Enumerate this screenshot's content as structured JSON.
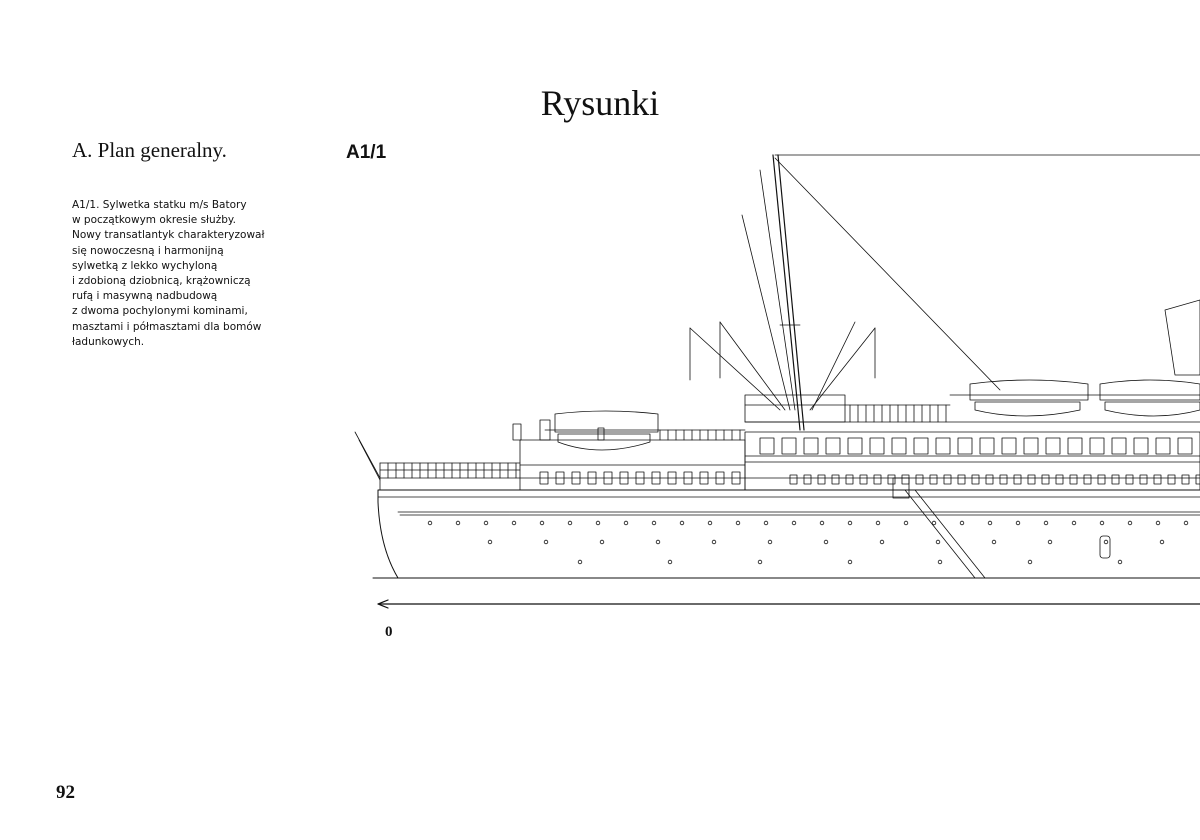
{
  "page": {
    "title": "Rysunki",
    "section_title": "A. Plan generalny.",
    "drawing_label": "A1/1",
    "caption_lines": [
      "A1/1. Sylwetka statku m/s Batory",
      "w początkowym okresie służby.",
      "Nowy transatlantyk charakteryzował",
      "się nowoczesną i harmonijną",
      "sylwetką z lekko wychyloną",
      "i zdobioną dziobnicą, krążowniczą",
      "rufą i masywną nadbudową",
      "z dwoma pochylonymi kominami,",
      "masztami i półmasztami dla bomów",
      "ładunkowych."
    ],
    "scale_zero": "0",
    "page_number": "92"
  },
  "colors": {
    "ink": "#111111",
    "paper": "#ffffff"
  },
  "icons": {
    "scale_arrow": "left-arrow-icon"
  }
}
